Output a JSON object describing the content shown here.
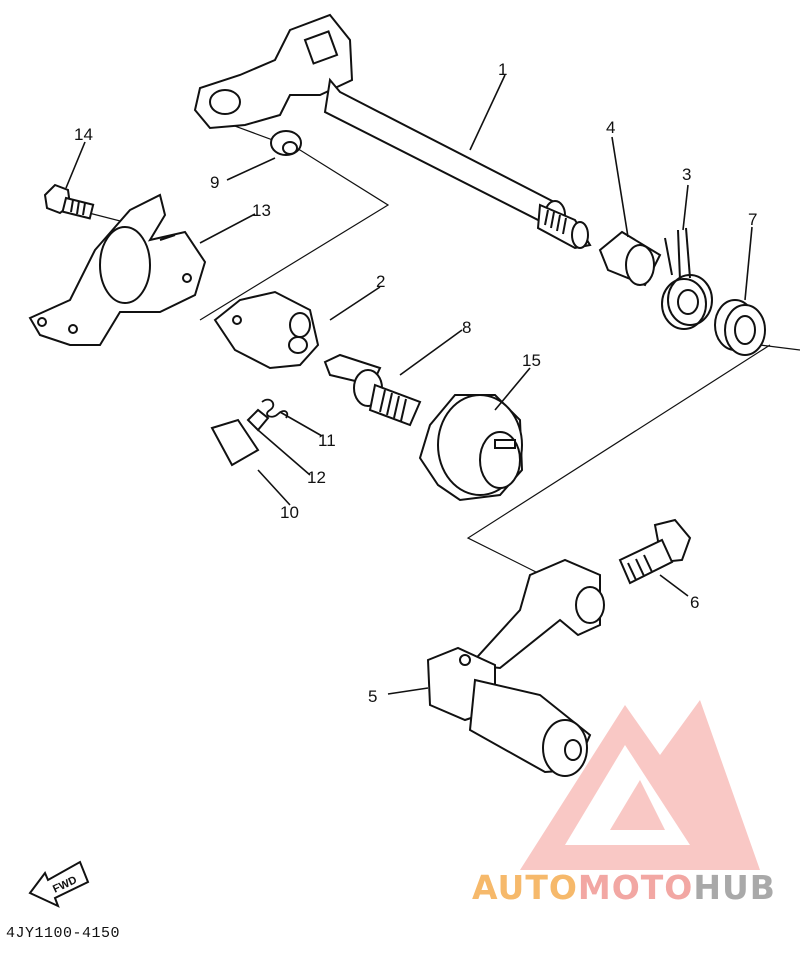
{
  "diagram": {
    "part_code": "4JY1100-4150",
    "fwd_label": "FWD",
    "callouts": [
      {
        "id": "1",
        "text": "1"
      },
      {
        "id": "2",
        "text": "2"
      },
      {
        "id": "3",
        "text": "3"
      },
      {
        "id": "4",
        "text": "4"
      },
      {
        "id": "5",
        "text": "5"
      },
      {
        "id": "6",
        "text": "6"
      },
      {
        "id": "7",
        "text": "7"
      },
      {
        "id": "8",
        "text": "8"
      },
      {
        "id": "9",
        "text": "9"
      },
      {
        "id": "10",
        "text": "10"
      },
      {
        "id": "11",
        "text": "11"
      },
      {
        "id": "12",
        "text": "12"
      },
      {
        "id": "13",
        "text": "13"
      },
      {
        "id": "14",
        "text": "14"
      },
      {
        "id": "15",
        "text": "15"
      }
    ]
  },
  "watermark": {
    "part1": "AUTO",
    "part2": "MOTO",
    "part3": "HUB",
    "colors": {
      "auto": "#f6b96b",
      "moto": "#f2a7a3",
      "hub": "#a9a9a9",
      "logo": "#f07a72"
    }
  }
}
